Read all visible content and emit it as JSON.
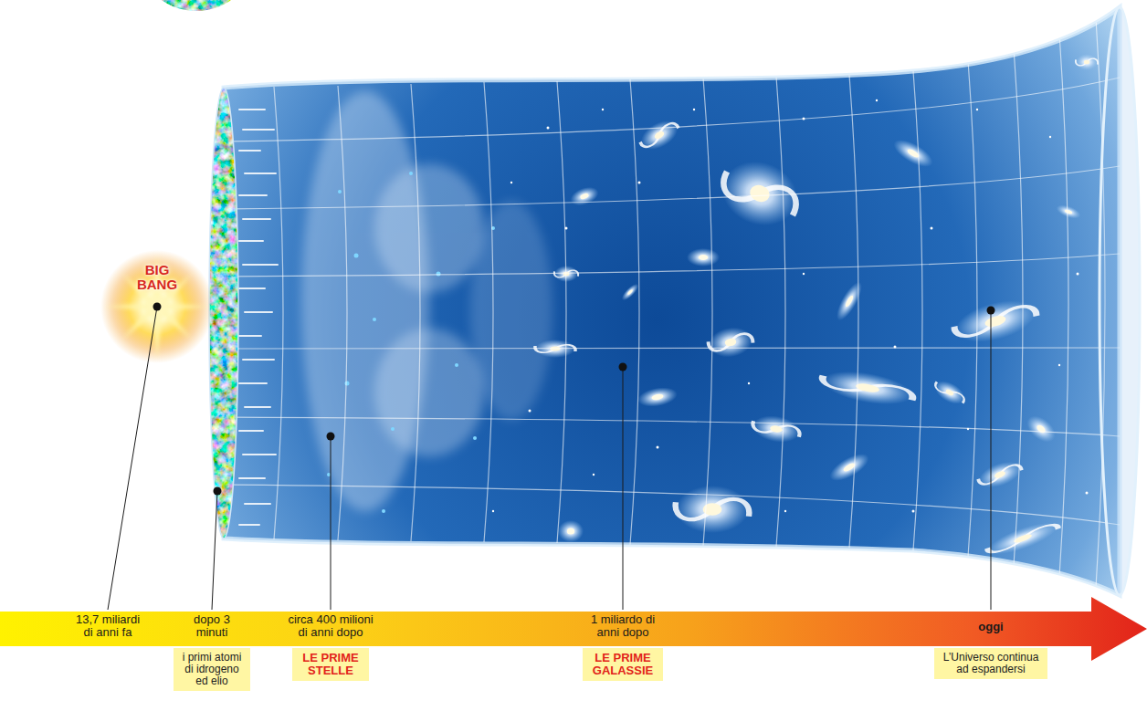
{
  "diagram": {
    "nodes": [
      {
        "text": [
          "13,7 miliardi di anni fa",
          "dopo 3 minuti",
          "circa 400 milioni di anni dopo",
          "1 miliardo di anni dopo",
          "oggi"
        ]
      },
      {
        "text": [
          "i primi atomi di idrogeno ed elio"
        ]
      },
      {
        "text": [
          "LE PRIME STELLE"
        ]
      },
      {
        "text": [
          "LE PRIME GALASSIE"
        ]
      },
      {
        "text": [
          "L’Universo continua ad espandersi"
        ]
      }
    ],
    "labels": [
      "BIG BANG"
    ]
  }
}
